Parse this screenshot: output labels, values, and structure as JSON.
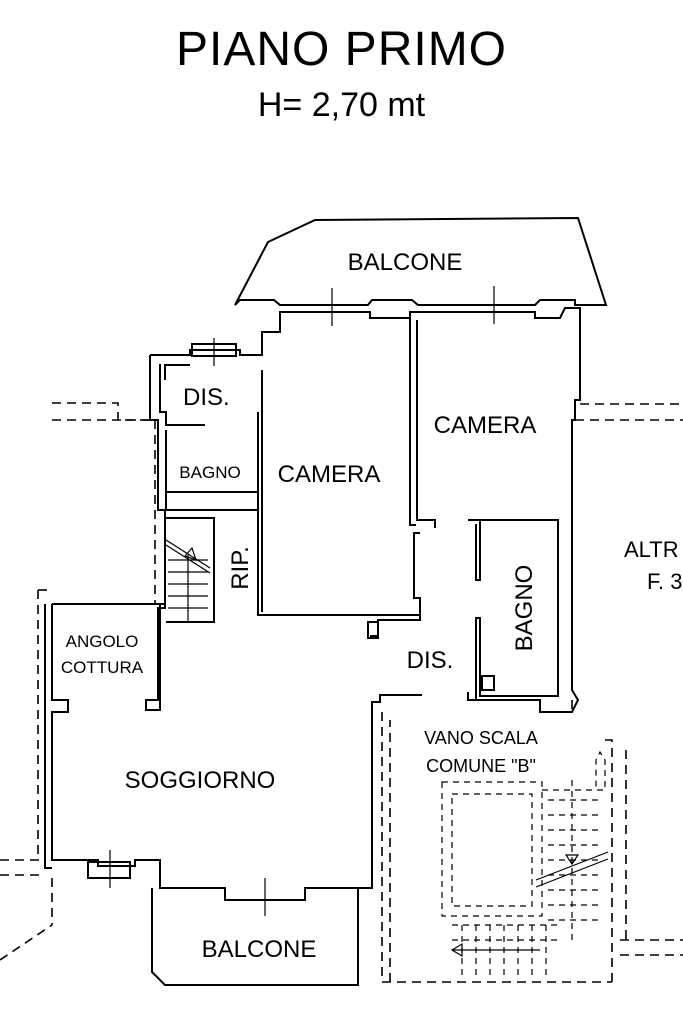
{
  "title": "PIANO PRIMO",
  "subtitle": "H= 2,70 mt",
  "rooms": {
    "balcone_top": "BALCONE",
    "dis_top": "DIS.",
    "bagno_left": "BAGNO",
    "camera_center": "CAMERA",
    "camera_right": "CAMERA",
    "rip": "RIP.",
    "bagno_right": "BAGNO",
    "dis_center": "DIS.",
    "angolo_line1": "ANGOLO",
    "angolo_line2": "COTTURA",
    "soggiorno": "SOGGIORNO",
    "vano_line1": "VANO SCALA",
    "vano_line2": "COMUNE \"B\"",
    "balcone_bottom": "BALCONE",
    "altra_line1": "ALTR",
    "altra_line2": "F. 3"
  }
}
